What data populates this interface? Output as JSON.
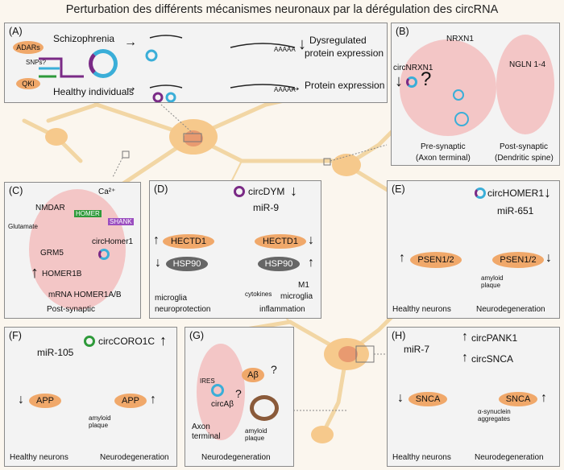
{
  "title": "Perturbation des différents mécanismes neuronaux par la dérégulation des circRNA",
  "panels": {
    "A": {
      "label": "(A)",
      "adars": "ADARs",
      "snps": "SNPs?",
      "qki": "QKI",
      "schizophrenia": "Schizophrenia",
      "healthy": "Healthy individuals",
      "dysregulated": "Dysregulated protein expression",
      "dys1": "Dysregulated",
      "dys2": "protein expression",
      "protein_expression": "Protein expression",
      "aaaaa": "AAAAA"
    },
    "B": {
      "label": "(B)",
      "nrxn1": "NRXN1",
      "circnrxn1": "circNRXN1",
      "ngln": "NGLN 1-4",
      "pre1": "Pre-synaptic",
      "pre2": "(Axon terminal)",
      "post1": "Post-synaptic",
      "post2": "(Dendritic spine)"
    },
    "C": {
      "label": "(C)",
      "ca": "Ca²⁺",
      "nmdar": "NMDAR",
      "glutamate": "Glutamate",
      "grm5": "GRM5",
      "homer1b": "HOMER1B",
      "circhomer1": "circHomer1",
      "mrna": "mRNA HOMER1A/B",
      "post": "Post-synaptic",
      "shank": "SHANK",
      "homer": "HOMER"
    },
    "D": {
      "label": "(D)",
      "circdym": "circDYM",
      "mir9": "miR-9",
      "hectd1": "HECTD1",
      "hsp90": "HSP90",
      "cytokines": "cytokines",
      "m1": "M1",
      "microglia": "microglia",
      "mg1": "microglia",
      "mg2": "neuroprotection",
      "inflammation": "inflammation"
    },
    "E": {
      "label": "(E)",
      "circhomer1": "circHOMER1",
      "mir651": "miR-651",
      "psen": "PSEN1/2",
      "amyloid": "amyloid plaque",
      "healthy": "Healthy neurons",
      "neurodeg": "Neurodegeneration"
    },
    "F": {
      "label": "(F)",
      "mir105": "miR-105",
      "circcoro": "circCORO1C",
      "app": "APP",
      "amyloid": "amyloid plaque",
      "healthy": "Healthy neurons",
      "neurodeg": "Neurodegeneration"
    },
    "G": {
      "label": "(G)",
      "ires": "IRES",
      "circab": "circAβ",
      "ab": "Aβ",
      "q": "?",
      "axon1": "Axon",
      "axon2": "terminal",
      "amyloid": "amyloid plaque",
      "neurodeg": "Neurodegeneration"
    },
    "H": {
      "label": "(H)",
      "mir7": "miR-7",
      "circpank1": "circPANK1",
      "circsnca": "circSNCA",
      "snca": "SNCA",
      "asyn": "α-synuclein aggregates",
      "healthy": "Healthy neurons",
      "neurodeg": "Neurodegeneration"
    }
  },
  "colors": {
    "orange": "#f0a86a",
    "purple": "#7a2a86",
    "cyan": "#3aaed8",
    "green": "#2e9a3a",
    "gray": "#666666",
    "pink": "#f3c6c6"
  }
}
